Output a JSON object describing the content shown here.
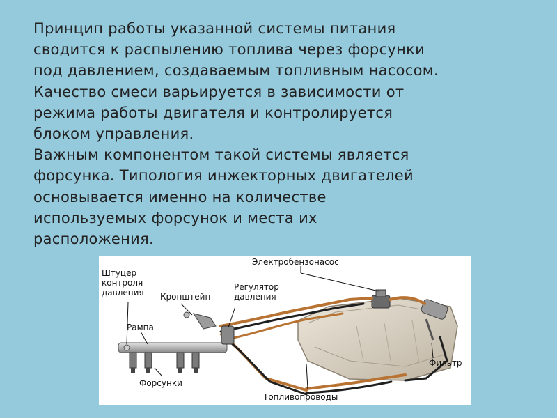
{
  "slide": {
    "paragraph1": [
      "Принцип работы указанной системы питания",
      "сводится к распылению топлива через форсунки",
      "под давлением, создаваемым топливным насосом.",
      "Качество смеси варьируется в зависимости от",
      "режима работы двигателя и контролируется",
      "блоком управления."
    ],
    "paragraph2": [
      "Важным компонентом такой системы является",
      "форсунка. Типология инжекторных двигателей",
      "основывается именно на количестве",
      "используемых форсунок и места их",
      "расположения."
    ]
  },
  "diagram": {
    "labels": {
      "pressure_port_1": "Штуцер",
      "pressure_port_2": "контроля",
      "pressure_port_3": "давления",
      "bracket": "Кронштейн",
      "regulator_1": "Регулятор",
      "regulator_2": "давления",
      "fuel_pump": "Электробензонасос",
      "rail": "Рампа",
      "filter": "Фильтр",
      "injectors": "Форсунки",
      "fuel_lines": "Топливопроводы"
    }
  }
}
